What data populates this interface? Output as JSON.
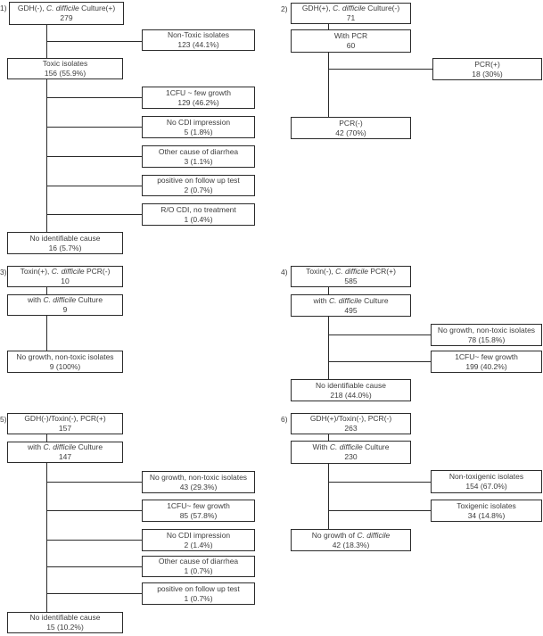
{
  "figure": {
    "background_color": "#ffffff",
    "border_color": "#2b2b2b",
    "text_color": "#3d3d3d"
  },
  "panels": [
    {
      "label": "1)",
      "boxes": [
        {
          "pre": "GDH(-), ",
          "it": "C. difficile",
          "post": " Culture(+)",
          "value": "279"
        },
        {
          "pre": "Non-Toxic isolates",
          "it": "",
          "post": "",
          "value": "123 (44.1%)"
        },
        {
          "pre": "Toxic isolates",
          "it": "",
          "post": "",
          "value": "156 (55.9%)"
        },
        {
          "pre": "1CFU ~ few growth",
          "it": "",
          "post": "",
          "value": "129 (46.2%)"
        },
        {
          "pre": "No CDI impression",
          "it": "",
          "post": "",
          "value": "5 (1.8%)"
        },
        {
          "pre": "Other cause of diarrhea",
          "it": "",
          "post": "",
          "value": "3 (1.1%)"
        },
        {
          "pre": "positive on follow up test",
          "it": "",
          "post": "",
          "value": "2 (0.7%)"
        },
        {
          "pre": "R/O CDI, no treatment",
          "it": "",
          "post": "",
          "value": "1 (0.4%)"
        },
        {
          "pre": "No identifiable cause",
          "it": "",
          "post": "",
          "value": "16 (5.7%)"
        }
      ]
    },
    {
      "label": "2)",
      "boxes": [
        {
          "pre": "GDH(+), ",
          "it": "C. difficile",
          "post": " Culture(-)",
          "value": "71"
        },
        {
          "pre": "With PCR",
          "it": "",
          "post": "",
          "value": "60"
        },
        {
          "pre": "PCR(+)",
          "it": "",
          "post": "",
          "value": "18 (30%)"
        },
        {
          "pre": "PCR(-)",
          "it": "",
          "post": "",
          "value": "42 (70%)"
        }
      ]
    },
    {
      "label": "3)",
      "boxes": [
        {
          "pre": "Toxin(+), ",
          "it": "C. difficile",
          "post": " PCR(-)",
          "value": "10"
        },
        {
          "pre": "with ",
          "it": "C. difficile",
          "post": " Culture",
          "value": "9"
        },
        {
          "pre": "No growth, non-toxic isolates",
          "it": "",
          "post": "",
          "value": "9 (100%)"
        }
      ]
    },
    {
      "label": "4)",
      "boxes": [
        {
          "pre": "Toxin(-), ",
          "it": "C. difficile",
          "post": " PCR(+)",
          "value": "585"
        },
        {
          "pre": "with ",
          "it": "C. difficile",
          "post": " Culture",
          "value": "495"
        },
        {
          "pre": "No growth, non-toxic isolates",
          "it": "",
          "post": "",
          "value": "78 (15.8%)"
        },
        {
          "pre": "1CFU~ few growth",
          "it": "",
          "post": "",
          "value": "199 (40.2%)"
        },
        {
          "pre": "No identifiable cause",
          "it": "",
          "post": "",
          "value": "218 (44.0%)"
        }
      ]
    },
    {
      "label": "5)",
      "boxes": [
        {
          "pre": "GDH(-)/Toxin(-), PCR(+)",
          "it": "",
          "post": "",
          "value": "157"
        },
        {
          "pre": "with ",
          "it": "C. difficile",
          "post": " Culture",
          "value": "147"
        },
        {
          "pre": "No growth, non-toxic isolates",
          "it": "",
          "post": "",
          "value": "43 (29.3%)"
        },
        {
          "pre": "1CFU~ few growth",
          "it": "",
          "post": "",
          "value": "85 (57.8%)"
        },
        {
          "pre": "No CDI impression",
          "it": "",
          "post": "",
          "value": "2 (1.4%)"
        },
        {
          "pre": "Other cause of diarrhea",
          "it": "",
          "post": "",
          "value": "1 (0.7%)"
        },
        {
          "pre": "positive on follow up test",
          "it": "",
          "post": "",
          "value": "1 (0.7%)"
        },
        {
          "pre": "No identifiable cause",
          "it": "",
          "post": "",
          "value": "15 (10.2%)"
        }
      ]
    },
    {
      "label": "6)",
      "boxes": [
        {
          "pre": "GDH(+)/Toxin(-), PCR(-)",
          "it": "",
          "post": "",
          "value": "263"
        },
        {
          "pre": "With ",
          "it": "C. difficile",
          "post": " Culture",
          "value": "230"
        },
        {
          "pre": "Non-toxigenic isolates",
          "it": "",
          "post": "",
          "value": "154 (67.0%)"
        },
        {
          "pre": "Toxigenic isolates",
          "it": "",
          "post": "",
          "value": "34 (14.8%)"
        },
        {
          "pre": "No growth of ",
          "it": "C. difficile",
          "post": "",
          "value": "42 (18.3%)"
        }
      ]
    }
  ]
}
